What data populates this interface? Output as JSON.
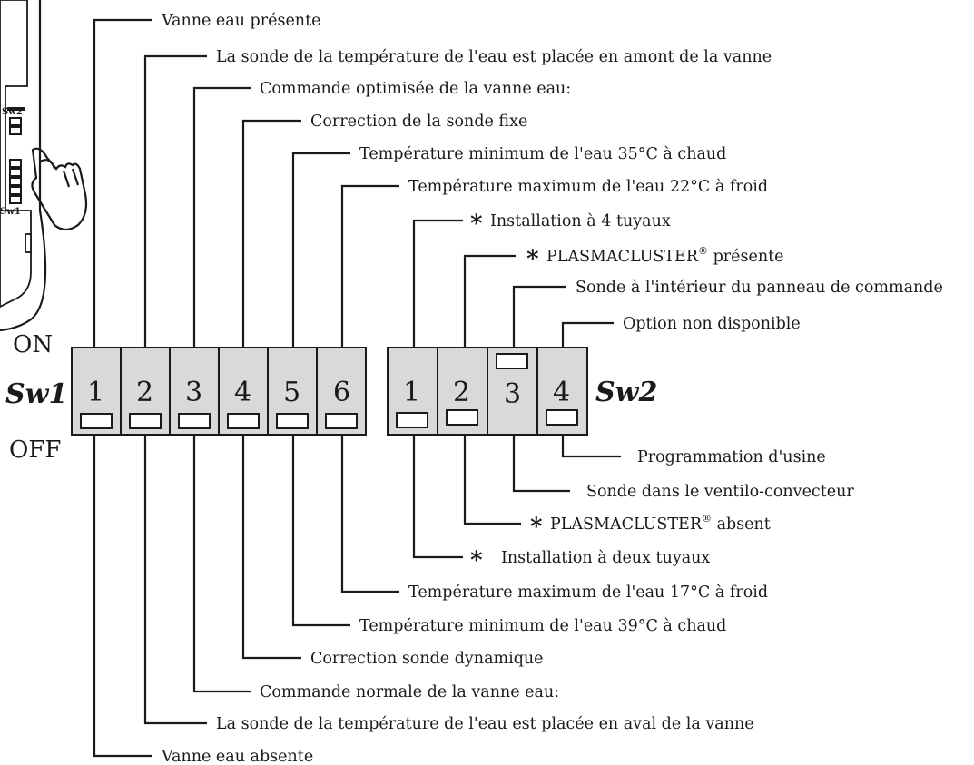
{
  "diagram": {
    "state_on": "ON",
    "state_off": "OFF",
    "sw1": {
      "name": "Sw1",
      "switches": [
        "1",
        "2",
        "3",
        "4",
        "5",
        "6"
      ]
    },
    "sw2": {
      "name": "Sw2",
      "switches": [
        "1",
        "2",
        "3",
        "4"
      ]
    },
    "device": {
      "label_top": "Sw2",
      "label_bottom": "Sw1"
    },
    "asterisk": "*",
    "registered": "®",
    "sw1_on_labels": [
      "Vanne eau présente",
      "La sonde de la température de l'eau est placée en amont de la vanne",
      "Commande optimisée de la vanne eau:",
      "Correction de la sonde fixe",
      "Température minimum de l'eau 35°C à chaud",
      "Température maximum de l'eau 22°C à froid"
    ],
    "sw2_on_labels": [
      "Installation à 4 tuyaux",
      "PLASMACLUSTER",
      "Sonde à l'intérieur du panneau de commande",
      "Option non disponible"
    ],
    "sw2_on_label_2_suffix": " présente",
    "sw2_off_labels": [
      "Programmation d'usine",
      "Sonde dans le ventilo-convecteur",
      "PLASMACLUSTER",
      "Installation à deux tuyaux"
    ],
    "sw2_off_label_2_suffix": " absent",
    "sw1_off_labels": [
      "Température maximum de l'eau 17°C à froid",
      "Température minimum de l'eau 39°C à chaud",
      "Correction sonde dynamique",
      "Commande normale de la vanne eau:",
      "La sonde de la température  de l'eau est placée en aval de la vanne",
      "Vanne eau absente"
    ]
  }
}
